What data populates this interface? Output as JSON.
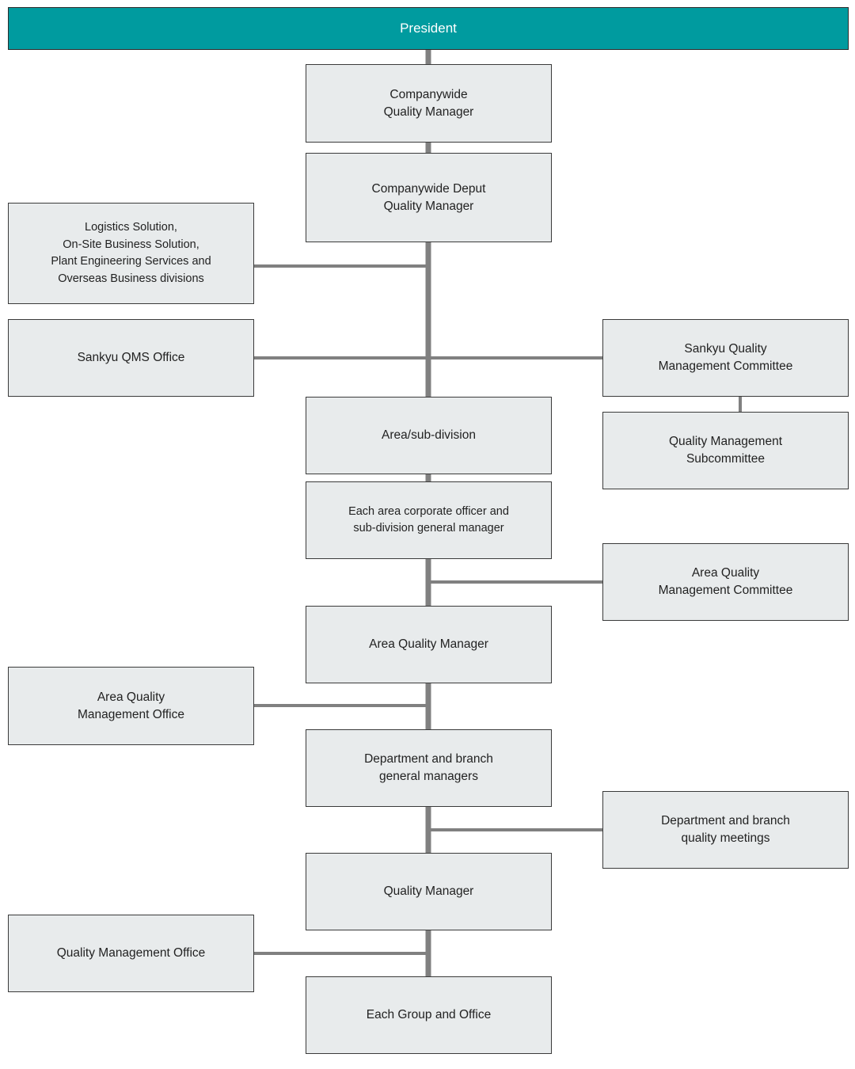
{
  "colors": {
    "top_fill": "#009b9f",
    "box_fill": "#e8ebec",
    "box_border": "#3a3a3a",
    "connector": "#808080",
    "top_text": "#ffffff",
    "box_text": "#222222"
  },
  "nodes": {
    "president": "President",
    "companywide_qm": "Companywide\nQuality Manager",
    "companywide_deputy_qm": "Companywide Deput\nQuality Manager",
    "divisions": "Logistics Solution,\nOn-Site Business Solution,\nPlant Engineering Services and\nOverseas Business divisions",
    "sankyu_qms_office": "Sankyu QMS Office",
    "sankyu_qm_committee": "Sankyu Quality\nManagement Committee",
    "qm_subcommittee": "Quality Management\nSubcommittee",
    "area_subdivision": "Area/sub-division",
    "area_officer": "Each area corporate officer and\nsub-division general manager",
    "area_qm_committee": "Area Quality\nManagement Committee",
    "area_qm": "Area Quality Manager",
    "area_qm_office": "Area Quality\nManagement Office",
    "dept_branch_gm": "Department and branch\ngeneral managers",
    "dept_branch_meetings": "Department and branch\nquality meetings",
    "quality_manager": "Quality Manager",
    "qm_office": "Quality Management Office",
    "each_group": "Each Group and Office"
  }
}
